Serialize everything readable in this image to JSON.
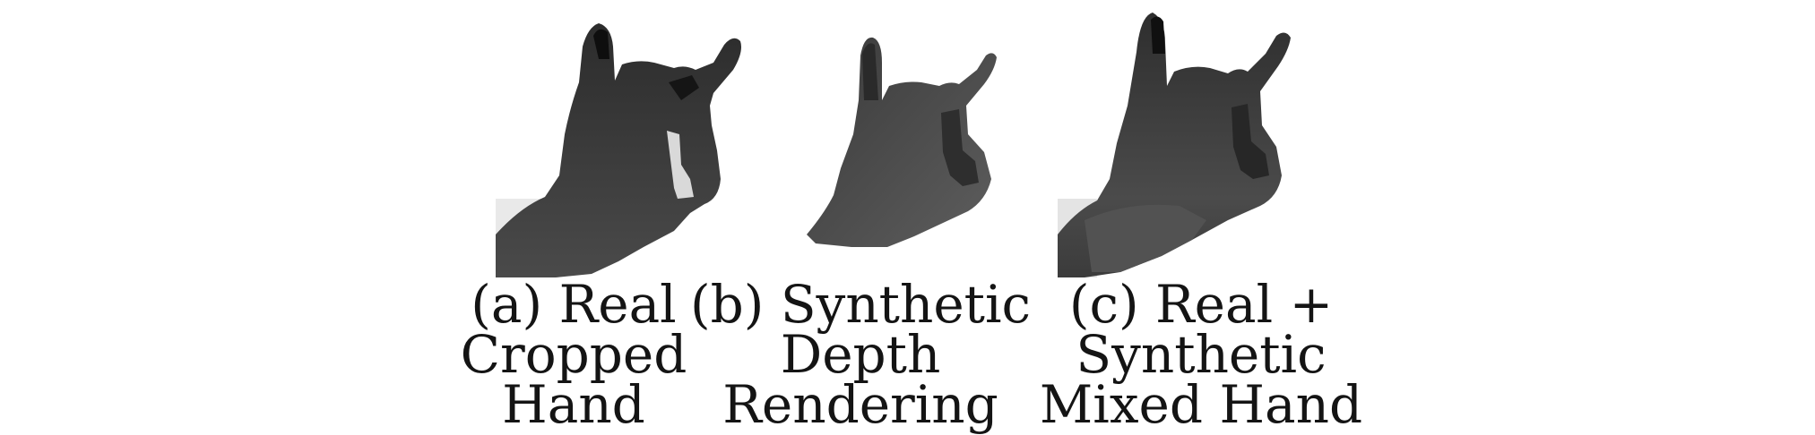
{
  "figure": {
    "subfigures": [
      {
        "caption_lines": [
          "(a) Real",
          "Cropped",
          "Hand"
        ]
      },
      {
        "caption_lines": [
          "(b) Synthetic",
          "Depth",
          "Rendering"
        ]
      },
      {
        "caption_lines": [
          "(c) Real +",
          "Synthetic",
          "Mixed Hand"
        ]
      }
    ]
  }
}
